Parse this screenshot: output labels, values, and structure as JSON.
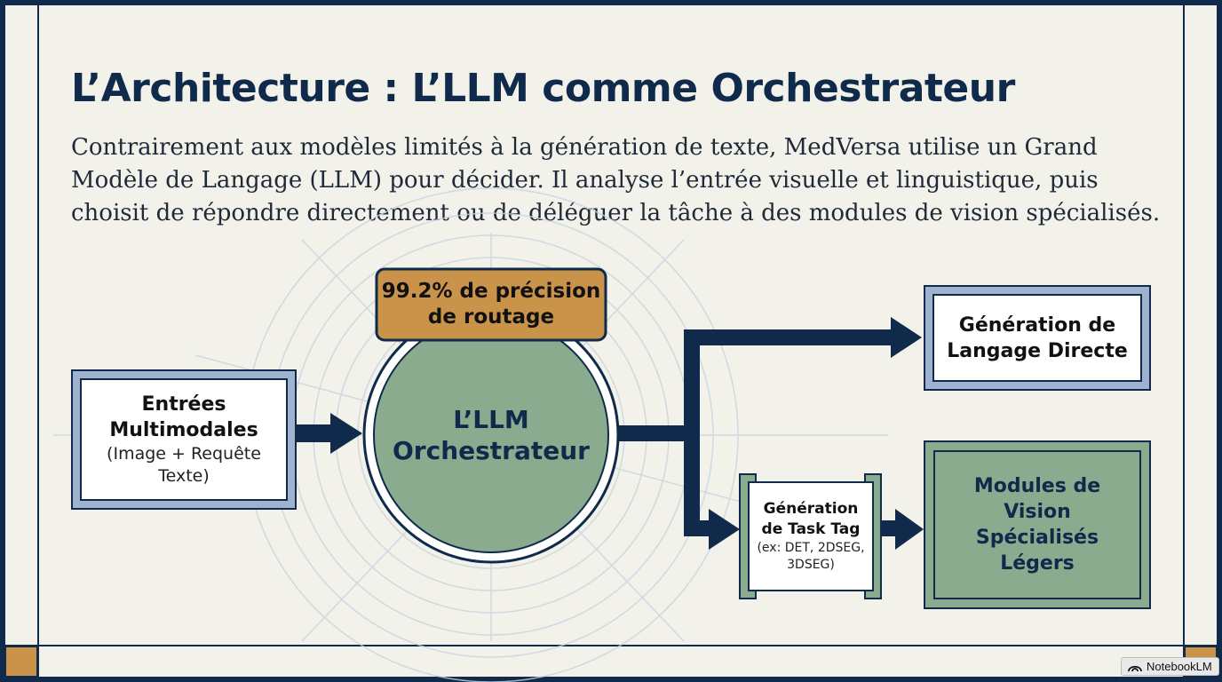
{
  "title": "L’Architecture : L’LLM comme Orchestrateur",
  "subtitle": "Contrairement aux modèles limités à la génération de texte, MedVersa utilise un Grand Modèle de Langage (LLM) pour décider. Il analyse l’entrée visuelle et linguistique, puis choisit de répondre directement ou de déléguer la tâche à des modules de vision spécialisés.",
  "diagram": {
    "input": {
      "title": "Entrées Multimodales",
      "detail": "(Image + Requête Texte)"
    },
    "center": {
      "title": "L’LLM Orchestrateur"
    },
    "badge": {
      "text": "99.2% de précision de routage"
    },
    "direct": {
      "title": "Génération de Langage Directe"
    },
    "tasktag": {
      "title": "Génération de Task Tag",
      "detail": "(ex: DET, 2DSEG, 3DSEG)"
    },
    "modules": {
      "title": "Modules de Vision Spécialisés Légers"
    }
  },
  "colors": {
    "navy": "#0f2a4a",
    "gold": "#c9934a",
    "sage": "#8aab8d",
    "light_blue": "#9fb3d1"
  },
  "watermark": {
    "icon": "notebooklm-icon",
    "text": "NotebookLM"
  }
}
